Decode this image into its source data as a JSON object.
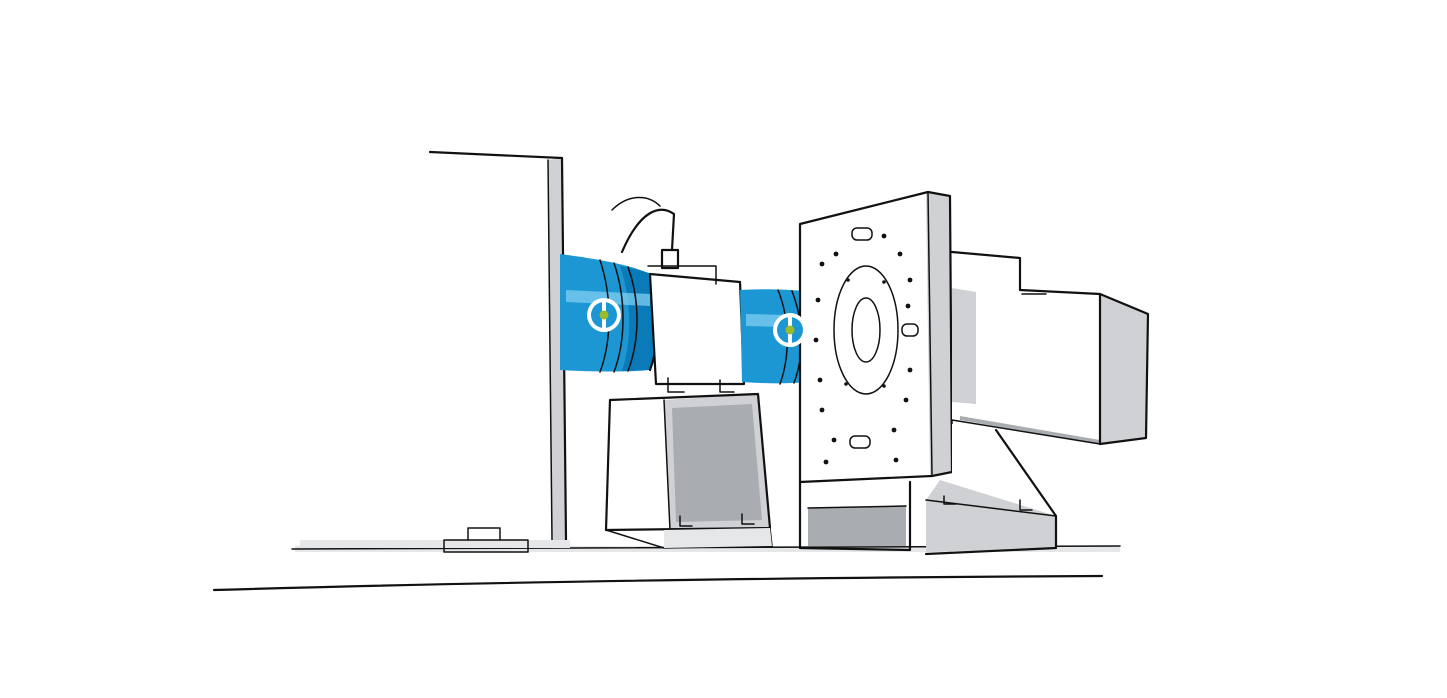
{
  "illustration": {
    "style": "hand-drawn marker sketch",
    "colors": {
      "ink": "#111111",
      "background": "#ffffff",
      "accent_blue": "#1d97d4",
      "shadow_gray": "#cfd1d4",
      "hotspot_center": "#9bbb2a"
    }
  },
  "hotspots": [
    {
      "name": "coupling-hotspot-left",
      "icon": "hotspot-marker-icon"
    },
    {
      "name": "coupling-hotspot-right",
      "icon": "hotspot-marker-icon"
    }
  ]
}
